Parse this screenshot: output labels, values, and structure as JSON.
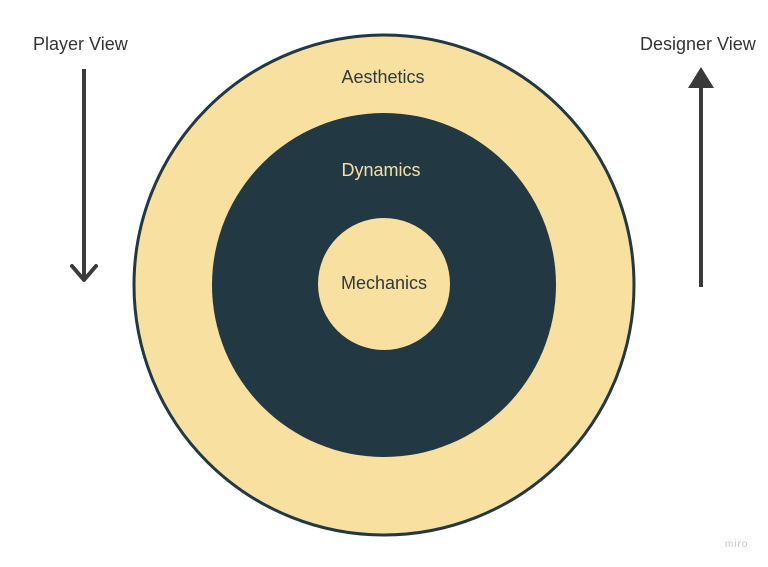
{
  "labels": {
    "player_view": "Player View",
    "designer_view": "Designer View",
    "watermark": "miro"
  },
  "layers": {
    "outer": "Aesthetics",
    "middle": "Dynamics",
    "inner": "Mechanics"
  },
  "arrows": {
    "player_view": "down",
    "designer_view": "up"
  },
  "colors": {
    "cream": "#f8e0a0",
    "dark": "#223842",
    "text": "#333333",
    "arrow": "#3a3a3a"
  }
}
